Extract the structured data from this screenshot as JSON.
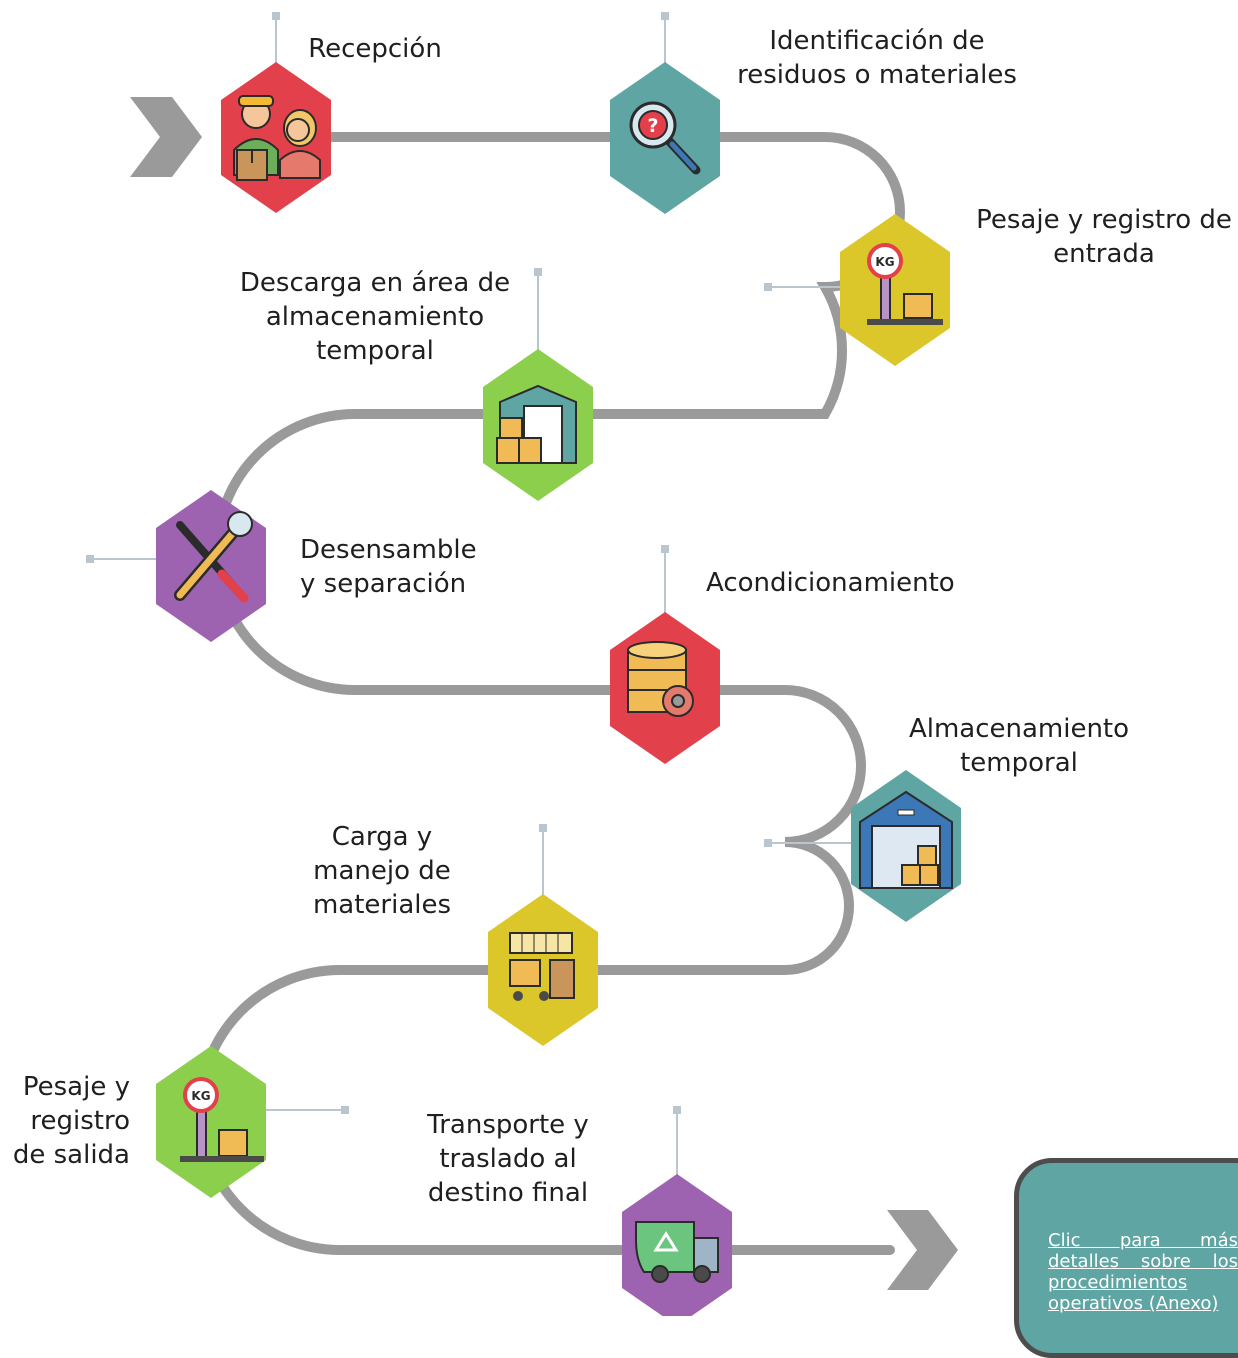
{
  "colors": {
    "red": "#e2404a",
    "teal": "#5fa5a3",
    "yellow": "#dcc72b",
    "green": "#8ccf4d",
    "purple": "#9d62b0",
    "road": "#9a9a9a",
    "arrow": "#9a9a9a",
    "connector": "#b9c6cf"
  },
  "steps": [
    {
      "label": "Recepción",
      "icon": "reception-people-icon",
      "color": "red"
    },
    {
      "label": "Identificación de\nresiduos o materiales",
      "icon": "magnifier-question-icon",
      "color": "teal"
    },
    {
      "label": "Pesaje y registro de\nentrada",
      "icon": "scale-kg-icon",
      "color": "yellow"
    },
    {
      "label": "Descarga en área de\nalmacenamiento\ntemporal",
      "icon": "warehouse-boxes-icon",
      "color": "green"
    },
    {
      "label": "Desensamble\ny separación",
      "icon": "wrench-screwdriver-icon",
      "color": "purple"
    },
    {
      "label": "Acondicionamiento",
      "icon": "database-gear-icon",
      "color": "red"
    },
    {
      "label": "Almacenamiento\ntemporal",
      "icon": "warehouse-storage-icon",
      "color": "teal"
    },
    {
      "label": "Carga y\nmanejo de\nmateriales",
      "icon": "forklift-icon",
      "color": "yellow"
    },
    {
      "label": "Pesaje y\nregistro\nde salida",
      "icon": "scale-kg-icon",
      "color": "green"
    },
    {
      "label": "Transporte y\ntraslado al\ndestino final",
      "icon": "recycling-truck-icon",
      "color": "purple"
    }
  ],
  "link": {
    "text": "Clic para más detalles sobre los procedimientos operativos (Anexo)"
  }
}
